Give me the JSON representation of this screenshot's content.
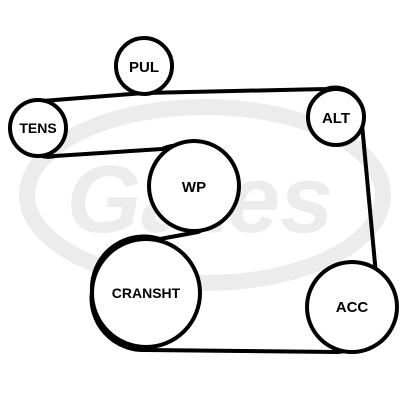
{
  "watermark": {
    "text": "Gates",
    "mark": "®",
    "color": "#ececec"
  },
  "belt_color": "#000000",
  "pulleys": [
    {
      "id": "pul",
      "label": "PUL"
    },
    {
      "id": "tens",
      "label": "TENS"
    },
    {
      "id": "alt",
      "label": "ALT"
    },
    {
      "id": "wp",
      "label": "WP"
    },
    {
      "id": "crank",
      "label": "CRANSHT"
    },
    {
      "id": "acc",
      "label": "ACC"
    }
  ]
}
